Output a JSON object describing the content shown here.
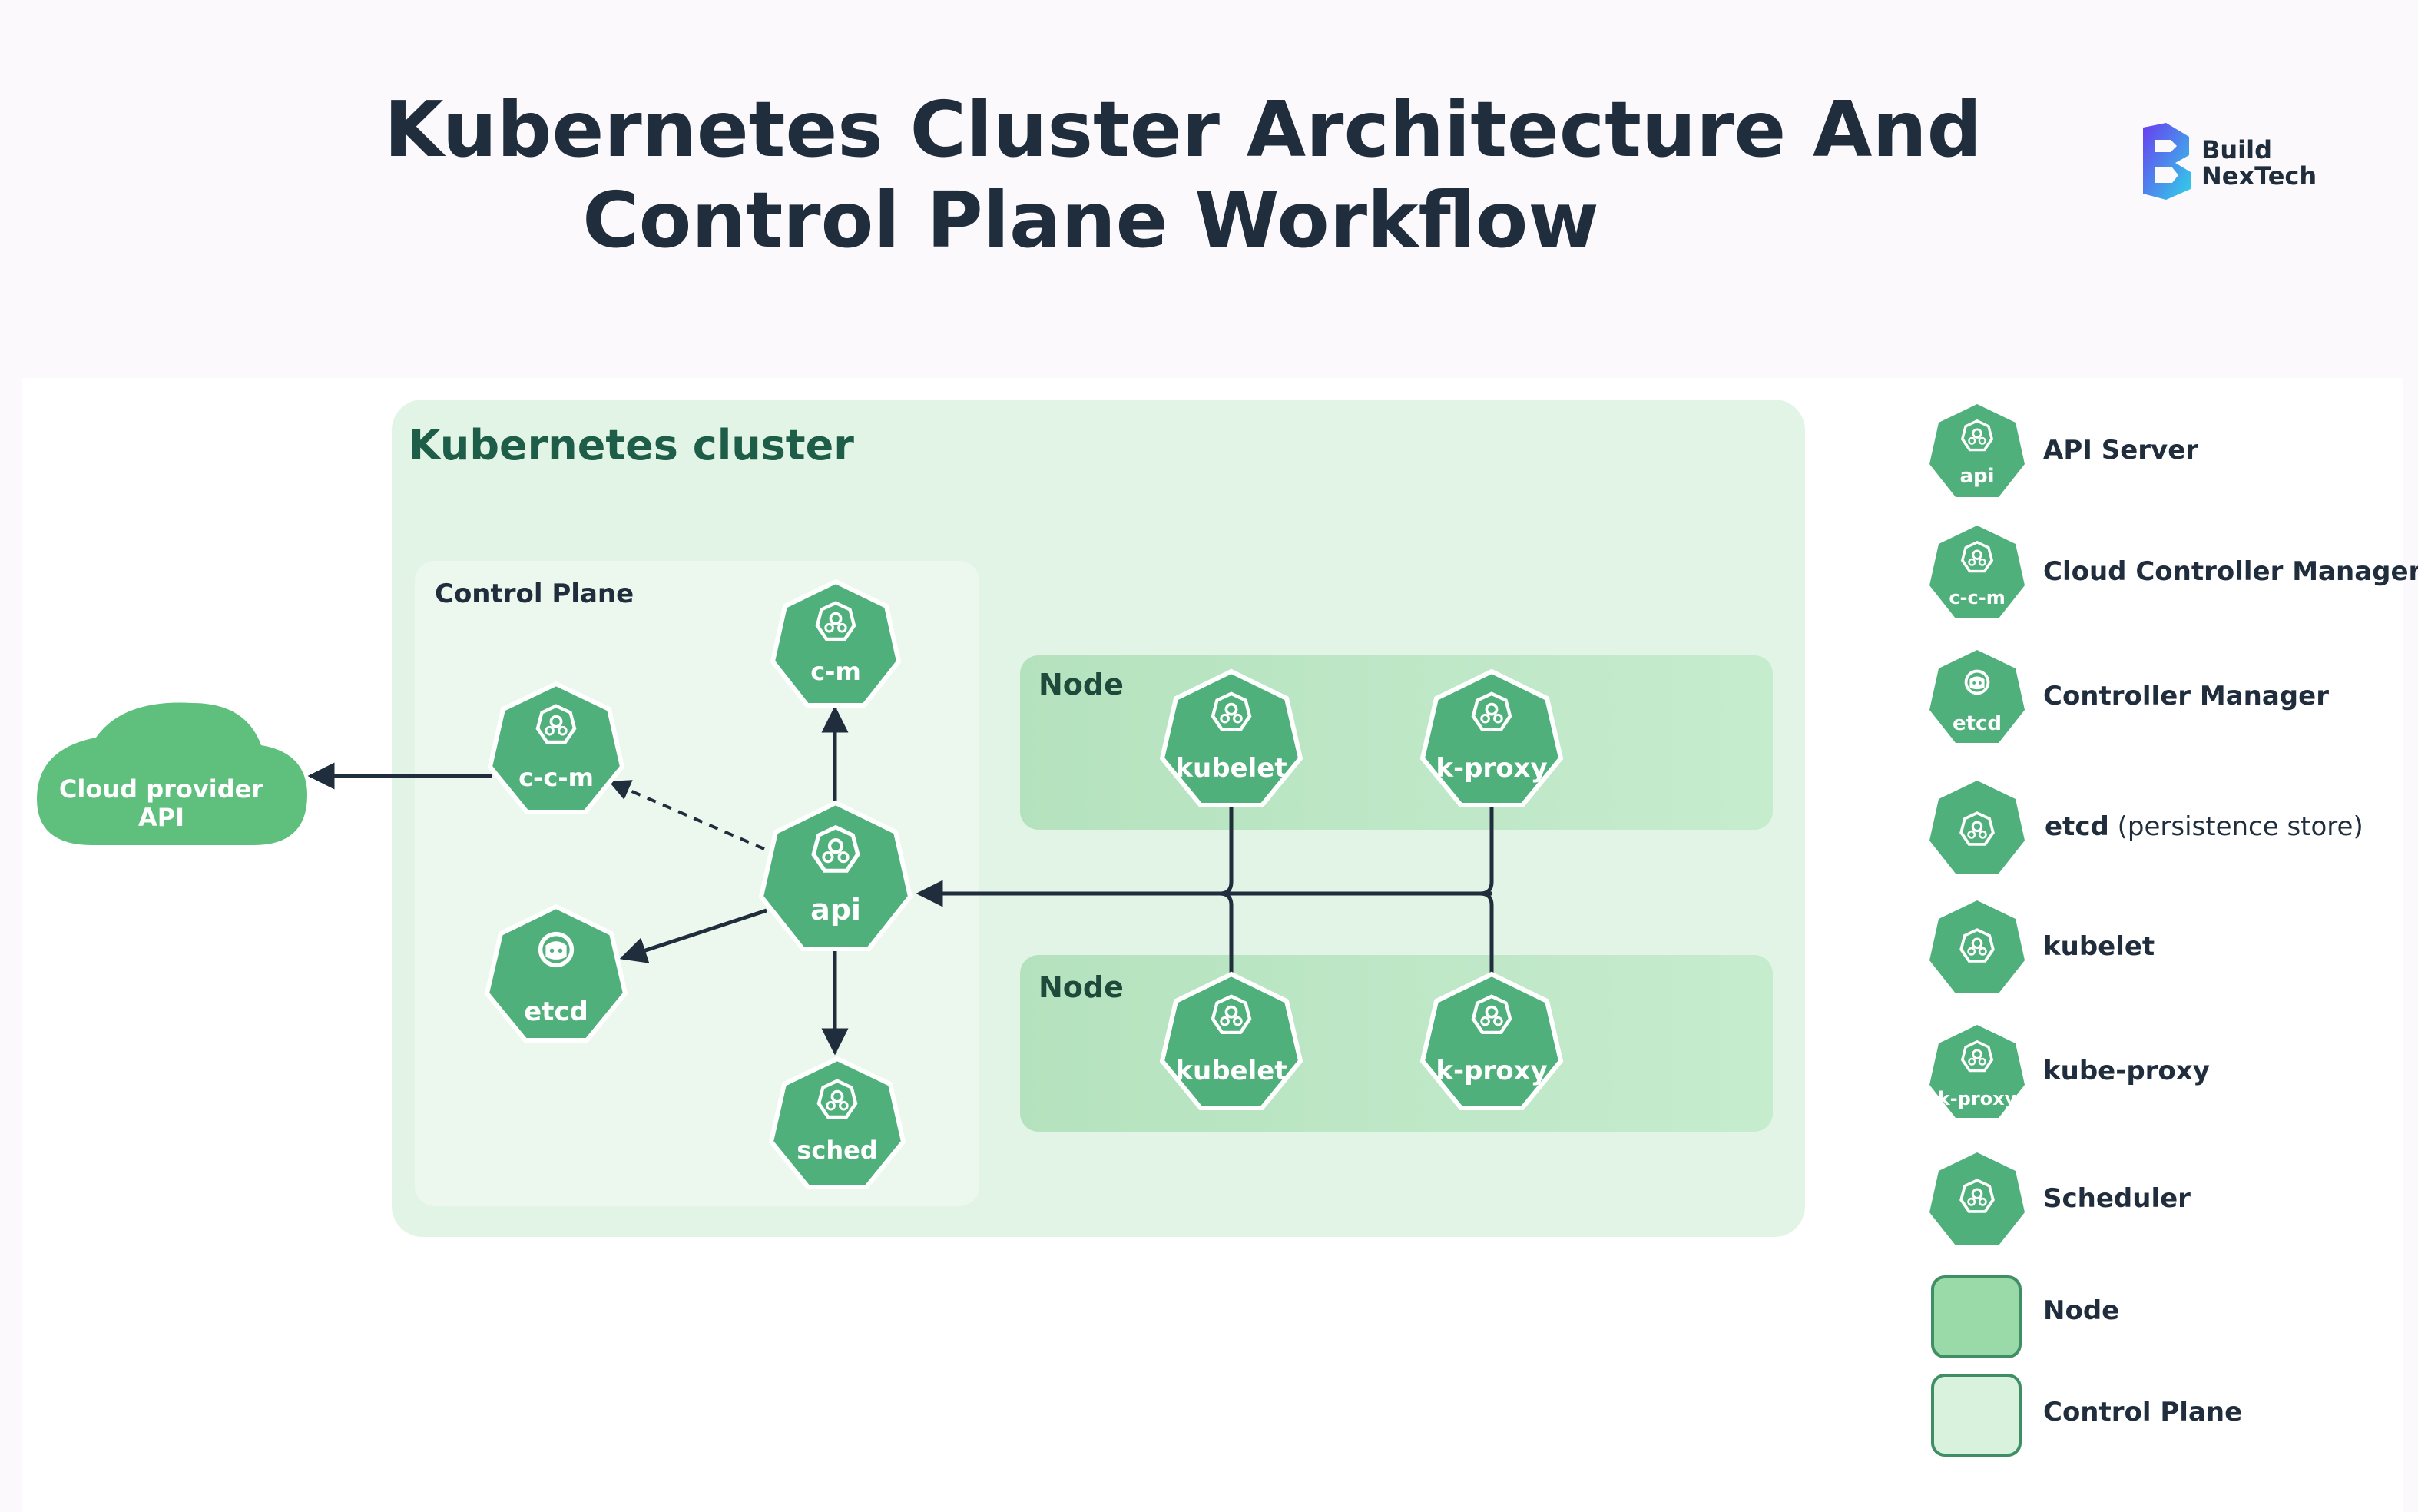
{
  "title": {
    "line1": "Kubernetes Cluster Architecture And",
    "line2": "Control Plane Workflow"
  },
  "brand": {
    "line1": "Build",
    "line2": "NexTech"
  },
  "diagram": {
    "cluster_label": "Kubernetes cluster",
    "control_plane_label": "Control Plane",
    "cloud_label_line1": "Cloud provider",
    "cloud_label_line2": "API",
    "node_label": "Node",
    "components": {
      "api": "api",
      "cm": "c-m",
      "ccm": "c-c-m",
      "etcd": "etcd",
      "sched": "sched",
      "kubelet": "kubelet",
      "kproxy": "k-proxy"
    }
  },
  "legend": {
    "api_server": {
      "icon_label": "api",
      "text": "API Server"
    },
    "cloud_controller_manager": {
      "icon_label": "c-c-m",
      "text": "Cloud Controller Manager"
    },
    "controller_manager": {
      "icon_label": "etcd",
      "text": "Controller Manager"
    },
    "etcd": {
      "text": "etcd",
      "sub": " (persistence store)"
    },
    "kubelet": {
      "text": "kubelet"
    },
    "kube_proxy": {
      "icon_label": "k-proxy",
      "text": "kube-proxy"
    },
    "scheduler": {
      "text": "Scheduler"
    },
    "node": {
      "text": "Node"
    },
    "control_plane": {
      "text": "Control Plane"
    }
  },
  "colors": {
    "hex_fill": "#4fb07b",
    "hex_stroke": "#ffffff",
    "cluster_bg": "#e2f4e6",
    "control_plane_bg": "#ecf8ee",
    "node_bg": "#c2e8c9",
    "cloud": "#5fc07e",
    "title_text": "#1f2d3d",
    "cluster_text": "#1e5e48",
    "brand_purple": "#6a3cf0",
    "brand_cyan": "#2fd3e8"
  }
}
